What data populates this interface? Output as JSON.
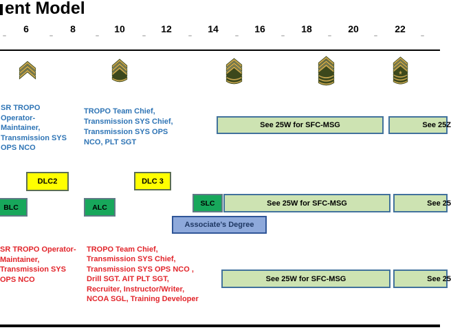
{
  "page": {
    "title_visible": "ent Model"
  },
  "timeline": {
    "years": [
      "6",
      "8",
      "10",
      "12",
      "14",
      "16",
      "18",
      "20",
      "22"
    ]
  },
  "ranks": [
    {
      "abbr": "SGT",
      "chevrons": 3,
      "rockers": 0,
      "star": false
    },
    {
      "abbr": "SSG",
      "chevrons": 3,
      "rockers": 1,
      "star": false
    },
    {
      "abbr": "SFC",
      "chevrons": 3,
      "rockers": 2,
      "star": false
    },
    {
      "abbr": "MSG",
      "chevrons": 3,
      "rockers": 3,
      "star": false
    },
    {
      "abbr": "SGM",
      "chevrons": 3,
      "rockers": 3,
      "star": true
    }
  ],
  "assignments": {
    "sgt_block": [
      "SR TROPO",
      "Operator-",
      "Maintainer,",
      "Transmission SYS",
      "OPS NCO"
    ],
    "ssg_block": [
      "TROPO Team Chief,",
      "Transmission SYS Chief,",
      "Transmission SYS OPS",
      "NCO, PLT SGT"
    ],
    "see_box_1": "See 25W for SFC-MSG",
    "see_box_2_partial": "See 25Z"
  },
  "education": {
    "dlc2": "DLC2",
    "dlc3": "DLC 3",
    "blc": "BLC",
    "alc": "ALC",
    "slc": "SLC",
    "see_box_1": "See 25W for SFC-MSG",
    "see_box_2_partial": "See 25",
    "associates_degree": "Associate's Degree"
  },
  "duties": {
    "sgt_block": [
      "SR TROPO Operator-",
      "Maintainer,",
      "Transmission SYS",
      "OPS NCO"
    ],
    "ssg_block": [
      "TROPO Team Chief,",
      "Transmission SYS Chief,",
      "Transmission SYS OPS NCO ,",
      "Drill SGT. AIT PLT SGT,",
      "Recruiter, Instructor/Writer,",
      "NCOA SGL, Training Developer"
    ],
    "see_box_1": "See 25W for SFC-MSG",
    "see_box_2_partial": "See 25"
  },
  "colors": {
    "blue_text": "#2E74B5",
    "red_text": "#E2252B",
    "light_green_fill": "#CDE3B2",
    "see_border": "#41719C",
    "course_green": "#17A75B",
    "course_yellow": "#FFFF00",
    "degree_fill": "#8EA9DB",
    "degree_border": "#2F5597",
    "degree_text": "#1F3864",
    "insignia_gold": "#C4A44E",
    "insignia_olive": "#3C481C"
  }
}
